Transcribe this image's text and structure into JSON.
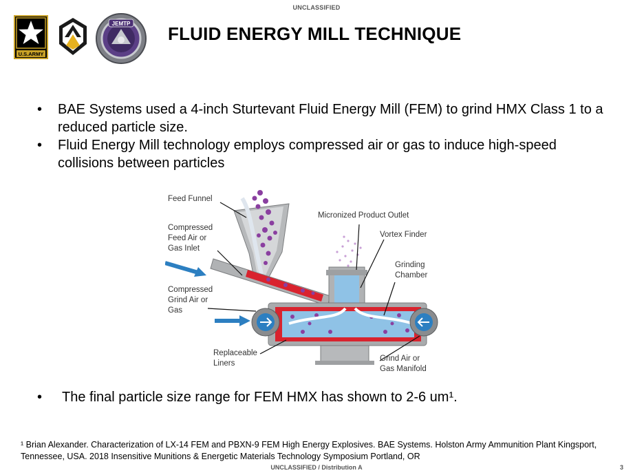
{
  "header": {
    "classification": "UNCLASSIFIED",
    "title": "FLUID ENERGY MILL TECHNIQUE",
    "logos": {
      "army": {
        "text": "U.S.ARMY",
        "icon": "army-star-logo"
      },
      "ccdc": {
        "icon": "ccdc-chevron-logo"
      },
      "jemtp": {
        "text": "JEMTP",
        "icon": "jemtp-seal-logo"
      }
    }
  },
  "bullets": [
    "BAE Systems used a 4-inch Sturtevant Fluid Energy Mill (FEM) to grind HMX Class 1 to a reduced particle size.",
    "Fluid Energy Mill technology employs compressed air or gas to induce high-speed collisions between particles"
  ],
  "bullet_symbol": "•",
  "diagram": {
    "labels": {
      "feed_funnel": "Feed Funnel",
      "feed_air": "Compressed\nFeed Air or\nGas Inlet",
      "grind_air": "Compressed\nGrind Air or\nGas",
      "liners": "Replaceable\nLiners",
      "outlet": "Micronized Product Outlet",
      "vortex": "Vortex Finder",
      "chamber": "Grinding\nChamber",
      "manifold": "Grind Air or\nGas Manifold"
    },
    "colors": {
      "liner": "#d9232e",
      "chamber": "#8fc2e6",
      "particles": "#8a3fa0",
      "metal": "#a9abad",
      "air": "#2c7fc1"
    }
  },
  "final_bullet": "The final particle size range for FEM HMX has shown to 2-6 um¹.",
  "footnote": "¹ Brian Alexander. Characterization of LX-14 FEM and PBXN-9 FEM High Energy Explosives. BAE Systems. Holston Army Ammunition Plant Kingsport, Tennessee, USA. 2018 Insensitive Munitions & Energetic Materials Technology Symposium Portland, OR",
  "footer": {
    "classification": "UNCLASSIFIED / Distribution A",
    "page_number": "3"
  }
}
